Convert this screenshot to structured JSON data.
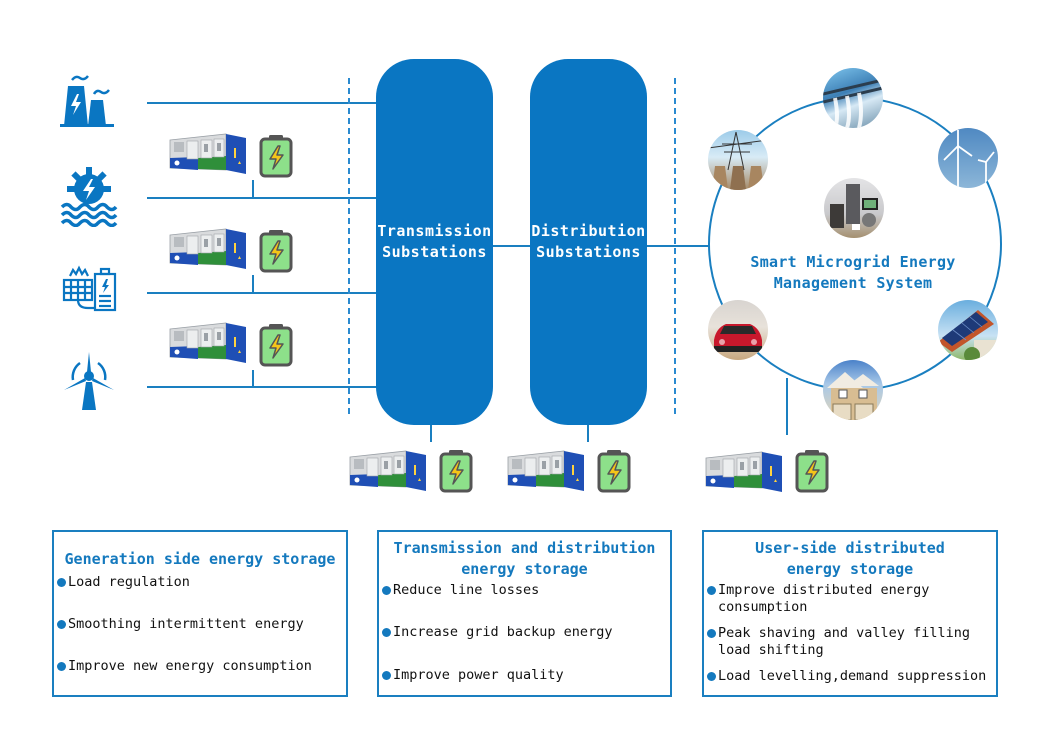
{
  "colors": {
    "primary": "#0a76c2",
    "line": "#1a7fc0",
    "accent_text": "#1479be",
    "battery_green": "#8de08a",
    "battery_bolt": "#f5c518",
    "container_blue": "#1f4fb5",
    "container_gray": "#d8dadc",
    "container_green": "#2f8f3a"
  },
  "generation_sources": [
    {
      "name": "thermal-power-plant",
      "icon": "power-plant-icon"
    },
    {
      "name": "hydro-power",
      "icon": "hydro-turbine-icon"
    },
    {
      "name": "solar-with-storage",
      "icon": "solar-panel-battery-icon"
    },
    {
      "name": "wind-power",
      "icon": "wind-turbine-icon"
    }
  ],
  "substations": {
    "transmission": [
      "Transmission",
      "Substations"
    ],
    "distribution": [
      "Distribution",
      "Substations"
    ]
  },
  "microgrid": {
    "title_line1": "Smart Microgrid Energy",
    "title_line2": "Management System",
    "nodes": [
      {
        "name": "hydro-dam",
        "icon": "hydro-dam-photo"
      },
      {
        "name": "wind-farm",
        "icon": "wind-farm-photo"
      },
      {
        "name": "rooftop-solar",
        "icon": "rooftop-solar-photo"
      },
      {
        "name": "residential-house",
        "icon": "house-photo"
      },
      {
        "name": "electric-vehicle",
        "icon": "electric-car-photo"
      },
      {
        "name": "power-plant-grid",
        "icon": "power-tower-photo"
      },
      {
        "name": "home-appliances",
        "icon": "appliances-photo"
      }
    ]
  },
  "cards": [
    {
      "title_lines": [
        "Generation side energy storage"
      ],
      "items": [
        {
          "lines": [
            "Load regulation"
          ]
        },
        {
          "lines": [
            "Smoothing intermittent energy"
          ]
        },
        {
          "lines": [
            "Improve new energy consumption"
          ]
        }
      ]
    },
    {
      "title_lines": [
        "Transmission and distribution",
        "energy storage"
      ],
      "items": [
        {
          "lines": [
            "Reduce line losses"
          ]
        },
        {
          "lines": [
            "Increase grid backup energy"
          ]
        },
        {
          "lines": [
            "Improve power quality"
          ]
        }
      ]
    },
    {
      "title_lines": [
        "User-side distributed",
        "energy storage"
      ],
      "items": [
        {
          "lines": [
            "Improve distributed energy",
            "consumption"
          ]
        },
        {
          "lines": [
            "Peak shaving and valley filling",
            "load shifting"
          ]
        },
        {
          "lines": [
            "Load levelling,demand suppression"
          ]
        }
      ]
    }
  ]
}
